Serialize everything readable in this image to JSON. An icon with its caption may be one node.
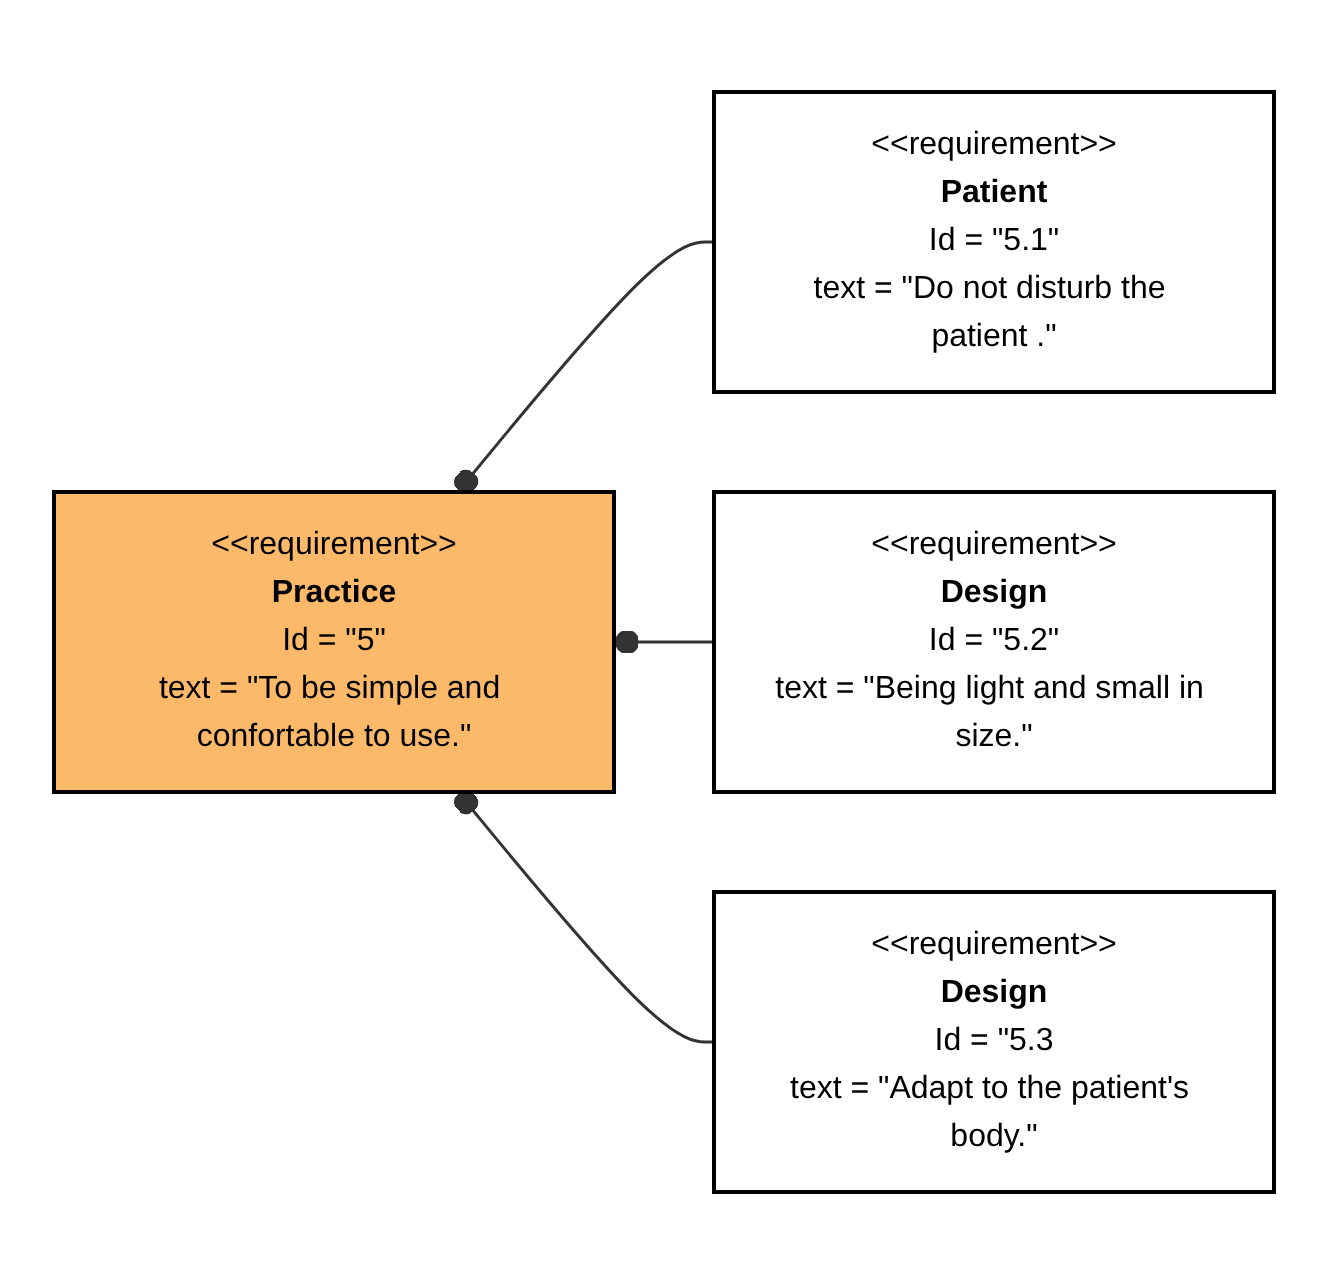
{
  "diagram": {
    "nodes": [
      {
        "text": [
          "<<requirement>>",
          "Practice",
          "Id = \"5\"",
          "text = \"To be simple and confortable to use.\""
        ]
      },
      {
        "text": [
          "<<requirement>>",
          "Patient",
          "Id = \"5.1\"",
          "text = \"Do not disturb the patient .\""
        ]
      },
      {
        "text": [
          "<<requirement>>",
          "Design",
          "Id = \"5.2\"",
          "text = \"Being light and small in size.\""
        ]
      },
      {
        "text": [
          "<<requirement>>",
          "Design",
          "Id = \"5.3",
          "text = \"Adapt to the patient's body.\""
        ]
      }
    ],
    "edges": [
      {
        "from": 1,
        "to": 0,
        "arrow": "other"
      },
      {
        "from": 2,
        "to": 0,
        "arrow": "other"
      },
      {
        "from": 3,
        "to": 0,
        "arrow": "other"
      }
    ]
  }
}
